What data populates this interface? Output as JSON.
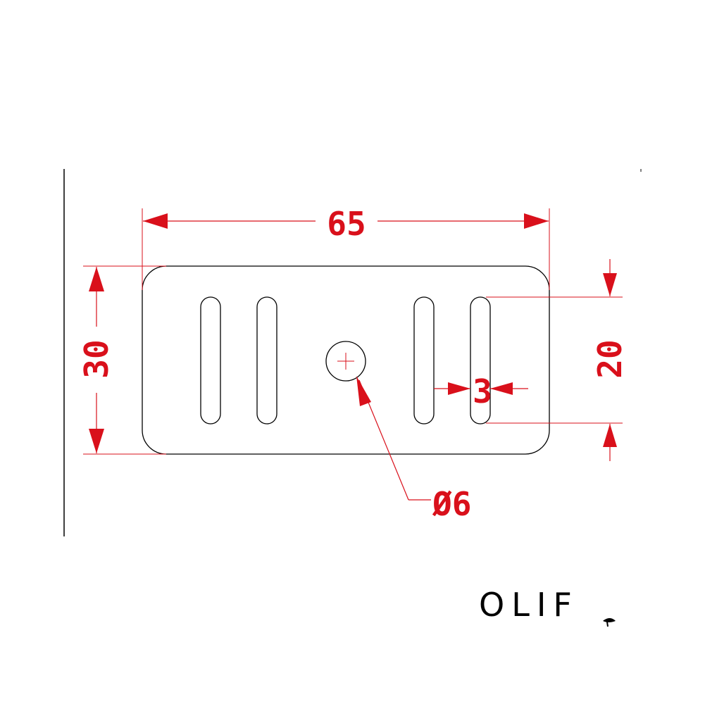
{
  "dimensions": {
    "width": "65",
    "height": "30",
    "slot_span": "20",
    "slot_width": "3",
    "hole_diameter": "Ø6"
  },
  "logo": {
    "text": "OLIF"
  },
  "colors": {
    "dimension": "#d9101b",
    "outline": "#000000",
    "background": "#ffffff"
  }
}
